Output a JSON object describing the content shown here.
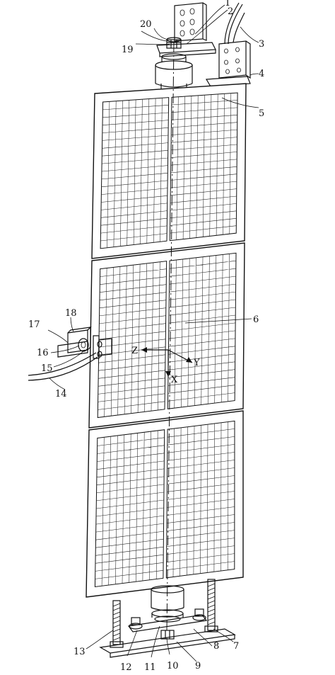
{
  "figure": {
    "labels": [
      "1",
      "2",
      "3",
      "4",
      "5",
      "6",
      "7",
      "8",
      "9",
      "10",
      "11",
      "12",
      "13",
      "14",
      "15",
      "16",
      "17",
      "18",
      "19",
      "20"
    ],
    "axes": {
      "x": "X",
      "y": "Y",
      "z": "Z"
    },
    "panel_grid": {
      "columns": 2,
      "cells_per_half": 10,
      "rows_per_panel": 19
    }
  },
  "colors": {
    "ink": "#111111",
    "paper": "#ffffff"
  }
}
